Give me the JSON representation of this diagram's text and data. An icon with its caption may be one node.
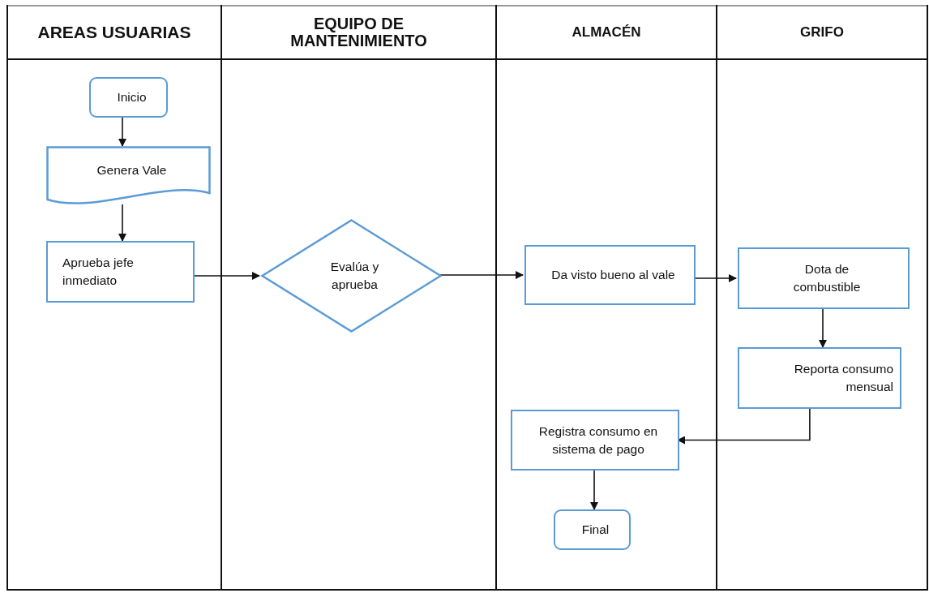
{
  "diagram": {
    "nodes": [
      {
        "text": [
          "AREAS USUARIAS"
        ]
      },
      {
        "text": [
          "EQUIPO DE MANTENIMIENTO"
        ]
      },
      {
        "text": [
          "ALMACÉN"
        ]
      },
      {
        "text": [
          "GRIFO"
        ]
      },
      {
        "text": [
          "Inicio"
        ],
        "in": 0
      },
      {
        "text": [
          "Genera Vale"
        ],
        "in": 0
      },
      {
        "text": [
          "Aprueba jefe inmediato"
        ],
        "in": 0
      },
      {
        "text": [
          "Evalúa y aprueba"
        ],
        "in": 1
      },
      {
        "text": [
          "Da visto bueno al vale"
        ],
        "in": 2
      },
      {
        "text": [
          "Dota de combustible"
        ],
        "in": 3
      },
      {
        "text": [
          "Reporta consumo mensual"
        ],
        "in": 3
      },
      {
        "text": [
          "Registra consumo en sistema de pago"
        ],
        "in": 2
      },
      {
        "text": [
          "Final"
        ],
        "in": 2
      }
    ],
    "edges": [
      {
        "from": 4,
        "to": 5,
        "arrow": "to"
      },
      {
        "from": 5,
        "to": 6,
        "arrow": "to"
      },
      {
        "from": 6,
        "to": 7,
        "arrow": "to"
      },
      {
        "from": 7,
        "to": 8,
        "arrow": "to"
      },
      {
        "from": 8,
        "to": 9,
        "arrow": "to"
      },
      {
        "from": 9,
        "to": 10,
        "arrow": "to"
      },
      {
        "from": 10,
        "to": 11,
        "arrow": "to"
      },
      {
        "from": 11,
        "to": 12,
        "arrow": "to"
      }
    ]
  }
}
